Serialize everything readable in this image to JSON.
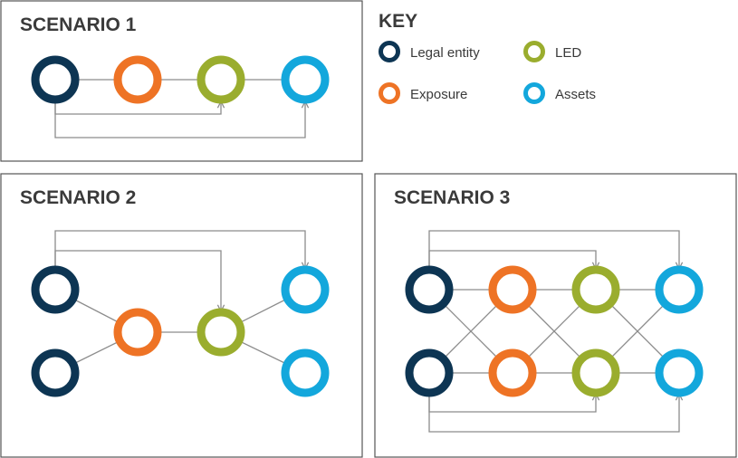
{
  "colors": {
    "legal_entity": "#0d3553",
    "exposure": "#ee7325",
    "led": "#9aad2e",
    "assets": "#13a7dc",
    "connector": "#8c8c8c",
    "border": "#555555",
    "text": "#3a3a3a"
  },
  "key": {
    "title": "KEY",
    "items": [
      {
        "type": "legal_entity",
        "label": "Legal entity"
      },
      {
        "type": "led",
        "label": "LED"
      },
      {
        "type": "exposure",
        "label": "Exposure"
      },
      {
        "type": "assets",
        "label": "Assets"
      }
    ]
  },
  "scenarios": [
    {
      "title": "SCENARIO 1",
      "nodes": [
        "legal_entity",
        "exposure",
        "led",
        "assets"
      ]
    },
    {
      "title": "SCENARIO 2",
      "nodes": [
        "legal_entity",
        "legal_entity",
        "exposure",
        "led",
        "assets",
        "assets"
      ]
    },
    {
      "title": "SCENARIO 3",
      "nodes": [
        "legal_entity",
        "exposure",
        "led",
        "assets",
        "legal_entity",
        "exposure",
        "led",
        "assets"
      ]
    }
  ]
}
